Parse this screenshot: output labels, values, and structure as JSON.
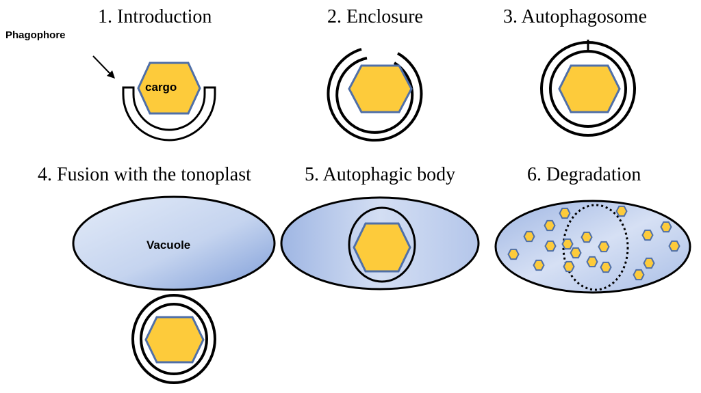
{
  "steps": [
    {
      "number": "1.",
      "title": "Introduction"
    },
    {
      "number": "2.",
      "title": "Enclosure"
    },
    {
      "number": "3.",
      "title": "Autophagosome"
    },
    {
      "number": "4.",
      "title": "Fusion with the tonoplast"
    },
    {
      "number": "5.",
      "title": "Autophagic body"
    },
    {
      "number": "6.",
      "title": "Degradation"
    }
  ],
  "labels": {
    "phagophore": "Phagophore",
    "cargo": "cargo",
    "vacuole": "Vacuole"
  },
  "colors": {
    "cargo_fill": "#FDCB3B",
    "cargo_stroke": "#4F6FA8",
    "vacuole_light": "#DCE6F6",
    "vacuole_dark": "#7C9BD6",
    "membrane": "#000000"
  }
}
